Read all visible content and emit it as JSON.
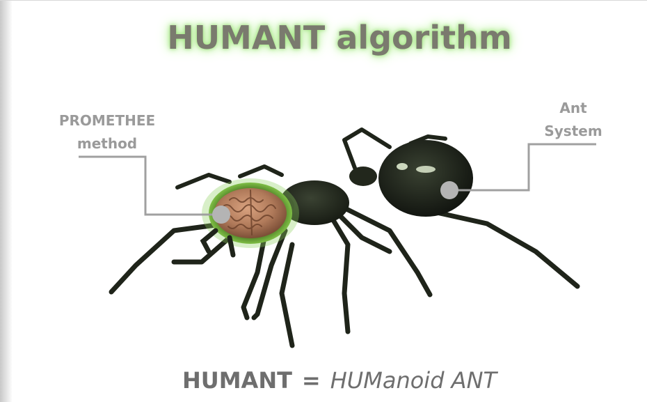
{
  "title": "HUMANT algorithm",
  "callouts": {
    "left": {
      "line1": "PROMETHEE",
      "line2": "method"
    },
    "right": {
      "line1": "Ant",
      "line2": "System"
    }
  },
  "formula": {
    "abbr": "HUMANT",
    "equals": "=",
    "expansion": "HUManoid ANT"
  },
  "icons": {
    "ant": "ant-illustration",
    "brain": "brain-icon",
    "left_marker": "callout-dot",
    "right_marker": "callout-dot"
  },
  "colors": {
    "title_text": "#7a7a6e",
    "title_glow": "#9be07a",
    "callout_text": "#9a9a9a",
    "connector": "#a0a0a0",
    "marker": "#b0b0b0",
    "ant_body": "#1a1e16",
    "ant_head_glow": "#6fa83a",
    "brain": "#b07a5a"
  }
}
